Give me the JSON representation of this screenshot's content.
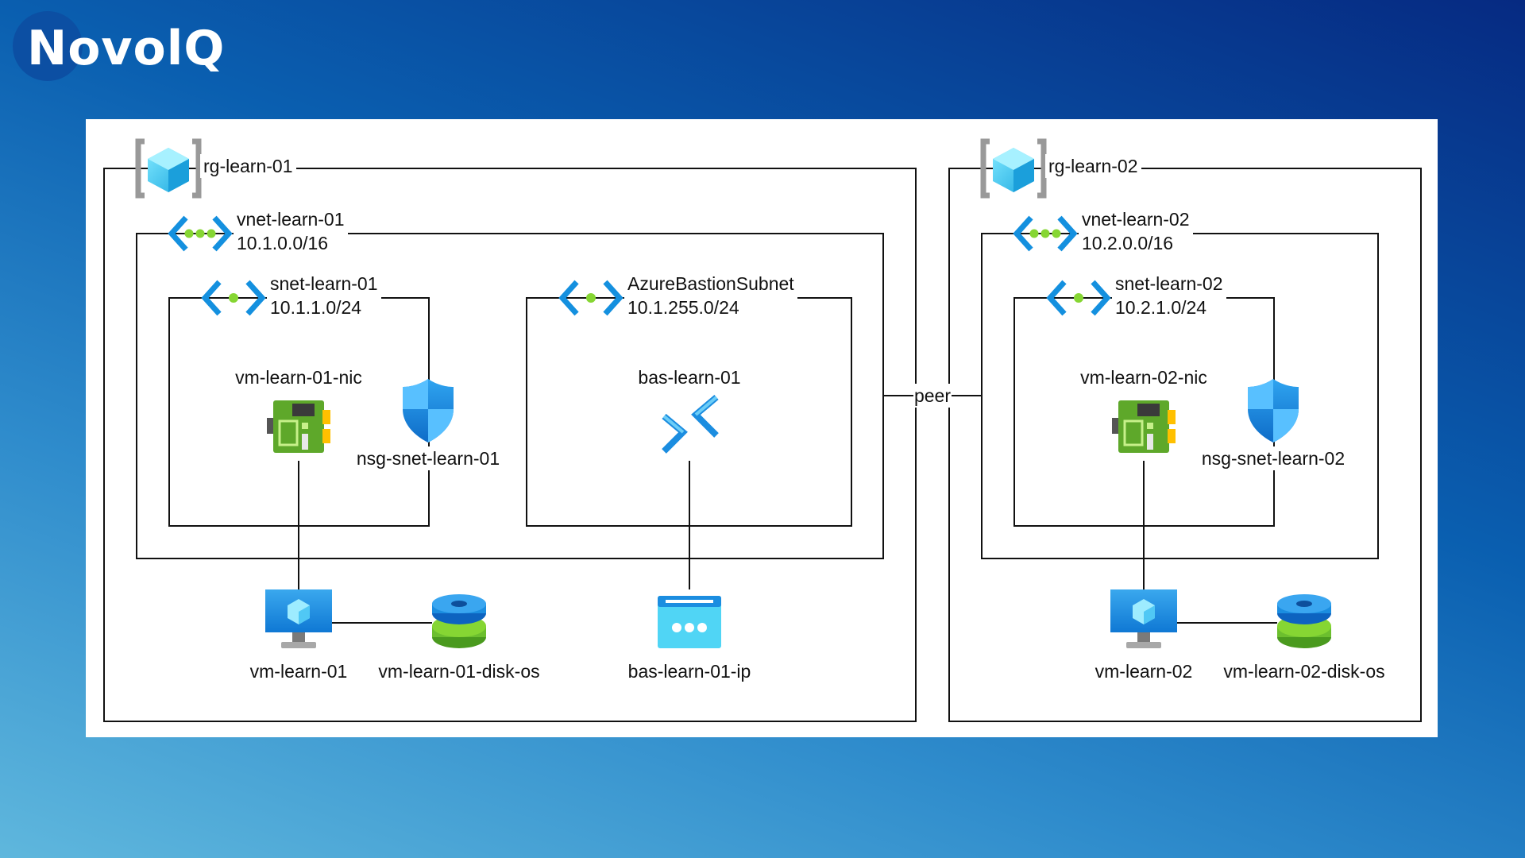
{
  "brand": {
    "name": "NovolQ"
  },
  "rg1": {
    "name": "rg-learn-01"
  },
  "rg2": {
    "name": "rg-learn-02"
  },
  "vnet1": {
    "name": "vnet-learn-01",
    "cidr": "10.1.0.0/16"
  },
  "vnet2": {
    "name": "vnet-learn-02",
    "cidr": "10.2.0.0/16"
  },
  "snet1": {
    "name": "snet-learn-01",
    "cidr": "10.1.1.0/24"
  },
  "snet2": {
    "name": "snet-learn-02",
    "cidr": "10.2.1.0/24"
  },
  "bastion_subnet": {
    "name": "AzureBastionSubnet",
    "cidr": "10.1.255.0/24"
  },
  "nic1": {
    "name": "vm-learn-01-nic"
  },
  "nic2": {
    "name": "vm-learn-02-nic"
  },
  "nsg1": {
    "name": "nsg-snet-learn-01"
  },
  "nsg2": {
    "name": "nsg-snet-learn-02"
  },
  "bastion": {
    "name": "bas-learn-01"
  },
  "bastion_ip": {
    "name": "bas-learn-01-ip"
  },
  "vm1": {
    "name": "vm-learn-01"
  },
  "vm2": {
    "name": "vm-learn-02"
  },
  "disk1": {
    "name": "vm-learn-01-disk-os"
  },
  "disk2": {
    "name": "vm-learn-02-disk-os"
  },
  "peering": {
    "label": "peer"
  },
  "colors": {
    "azure_blue": "#1490df",
    "azure_light": "#50e6ff",
    "green": "#86d633",
    "nsg_blue": "#1b93eb",
    "line": "#111111"
  }
}
